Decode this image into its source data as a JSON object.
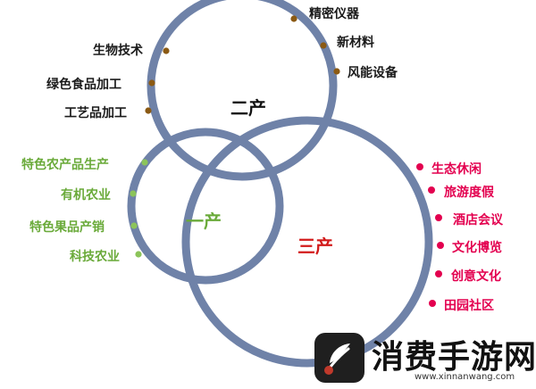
{
  "colors": {
    "ring": "#6f82a8",
    "secondary_dot": "#8b5a14",
    "primary_dot": "#8cc45a",
    "tertiary_dot": "#e3004f",
    "primary_text": "#6aaa3a",
    "tertiary_text": "#e3004f"
  },
  "sectors": {
    "secondary": {
      "label": "二产"
    },
    "primary": {
      "label": "一产"
    },
    "tertiary": {
      "label": "三产"
    }
  },
  "secondary_items": [
    "精密仪器",
    "新材料",
    "风能设备",
    "生物技术",
    "绿色食品加工",
    "工艺品加工"
  ],
  "primary_items": [
    "特色农产品生产",
    "有机农业",
    "特色果品产销",
    "科技农业"
  ],
  "tertiary_items": [
    "生态休闲",
    "旅游度假",
    "酒店会议",
    "文化博览",
    "创意文化",
    "田园社区"
  ],
  "watermark": {
    "name": "消费手游网",
    "url": "www.xinnanwang.com",
    "logo_icon": "leaf-icon"
  }
}
